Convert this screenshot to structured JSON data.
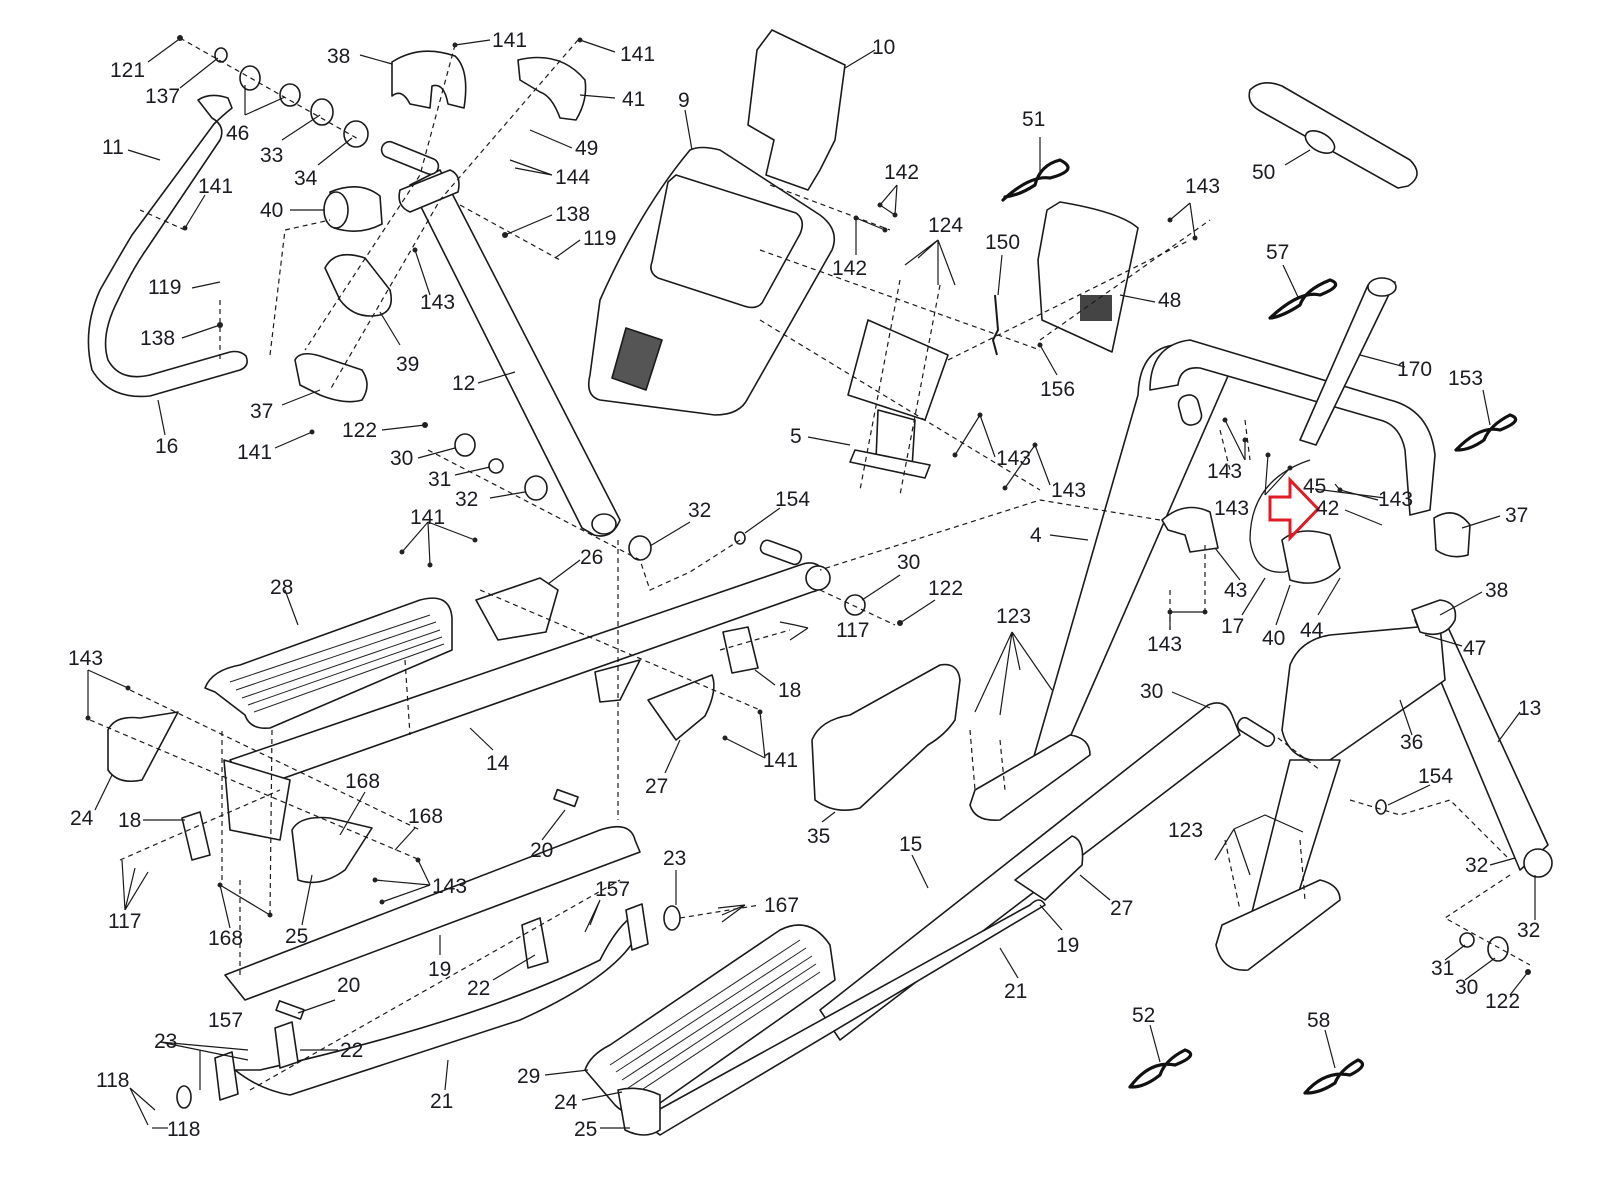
{
  "diagram": {
    "title": "Exploded parts diagram (elliptical trainer)",
    "highlight": {
      "icon": "red-outline-arrow",
      "points_to_part": "42",
      "color": "#e01b24"
    },
    "labels": [
      {
        "id": "l121",
        "text": "121"
      },
      {
        "id": "l137",
        "text": "137"
      },
      {
        "id": "l11",
        "text": "11"
      },
      {
        "id": "l46",
        "text": "46"
      },
      {
        "id": "l33",
        "text": "33"
      },
      {
        "id": "l34",
        "text": "34"
      },
      {
        "id": "l141a",
        "text": "141"
      },
      {
        "id": "l40a",
        "text": "40"
      },
      {
        "id": "l119a",
        "text": "119"
      },
      {
        "id": "l138a",
        "text": "138"
      },
      {
        "id": "l16",
        "text": "16"
      },
      {
        "id": "l37a",
        "text": "37"
      },
      {
        "id": "l141b",
        "text": "141"
      },
      {
        "id": "l39",
        "text": "39"
      },
      {
        "id": "l38a",
        "text": "38"
      },
      {
        "id": "l141c",
        "text": "141"
      },
      {
        "id": "l141d",
        "text": "141"
      },
      {
        "id": "l41",
        "text": "41"
      },
      {
        "id": "l49",
        "text": "49"
      },
      {
        "id": "l144",
        "text": "144"
      },
      {
        "id": "l138b",
        "text": "138"
      },
      {
        "id": "l119b",
        "text": "119"
      },
      {
        "id": "l143a",
        "text": "143"
      },
      {
        "id": "l12",
        "text": "12"
      },
      {
        "id": "l10",
        "text": "10"
      },
      {
        "id": "l9",
        "text": "9"
      },
      {
        "id": "l142a",
        "text": "142"
      },
      {
        "id": "l142b",
        "text": "142"
      },
      {
        "id": "l124",
        "text": "124"
      },
      {
        "id": "l150",
        "text": "150"
      },
      {
        "id": "l51",
        "text": "51"
      },
      {
        "id": "l48",
        "text": "48"
      },
      {
        "id": "l143b",
        "text": "143"
      },
      {
        "id": "l156",
        "text": "156"
      },
      {
        "id": "l5",
        "text": "5"
      },
      {
        "id": "l143c",
        "text": "143"
      },
      {
        "id": "l143d",
        "text": "143"
      },
      {
        "id": "l50",
        "text": "50"
      },
      {
        "id": "l57",
        "text": "57"
      },
      {
        "id": "l170",
        "text": "170"
      },
      {
        "id": "l153",
        "text": "153"
      },
      {
        "id": "l122a",
        "text": "122"
      },
      {
        "id": "l30a",
        "text": "30"
      },
      {
        "id": "l31a",
        "text": "31"
      },
      {
        "id": "l32a",
        "text": "32"
      },
      {
        "id": "l32b",
        "text": "32"
      },
      {
        "id": "l154a",
        "text": "154"
      },
      {
        "id": "l141e",
        "text": "141"
      },
      {
        "id": "l26",
        "text": "26"
      },
      {
        "id": "l30b",
        "text": "30"
      },
      {
        "id": "l122b",
        "text": "122"
      },
      {
        "id": "l28",
        "text": "28"
      },
      {
        "id": "l117a",
        "text": "117"
      },
      {
        "id": "l18a",
        "text": "18"
      },
      {
        "id": "l14",
        "text": "14"
      },
      {
        "id": "l27a",
        "text": "27"
      },
      {
        "id": "l141f",
        "text": "141"
      },
      {
        "id": "l143e",
        "text": "143"
      },
      {
        "id": "l24a",
        "text": "24"
      },
      {
        "id": "l18b",
        "text": "18"
      },
      {
        "id": "l117b",
        "text": "117"
      },
      {
        "id": "l168a",
        "text": "168"
      },
      {
        "id": "l168b",
        "text": "168"
      },
      {
        "id": "l143f",
        "text": "143"
      },
      {
        "id": "l168c",
        "text": "168"
      },
      {
        "id": "l25a",
        "text": "25"
      },
      {
        "id": "l20a",
        "text": "20"
      },
      {
        "id": "l23a",
        "text": "23"
      },
      {
        "id": "l157a",
        "text": "157"
      },
      {
        "id": "l167",
        "text": "167"
      },
      {
        "id": "l19a",
        "text": "19"
      },
      {
        "id": "l22a",
        "text": "22"
      },
      {
        "id": "l20b",
        "text": "20"
      },
      {
        "id": "l157b",
        "text": "157"
      },
      {
        "id": "l22b",
        "text": "22"
      },
      {
        "id": "l23b",
        "text": "23"
      },
      {
        "id": "l118a",
        "text": "118"
      },
      {
        "id": "l118b",
        "text": "118"
      },
      {
        "id": "l21a",
        "text": "21"
      },
      {
        "id": "l29",
        "text": "29"
      },
      {
        "id": "l24b",
        "text": "24"
      },
      {
        "id": "l25b",
        "text": "25"
      },
      {
        "id": "l4",
        "text": "4"
      },
      {
        "id": "l123a",
        "text": "123"
      },
      {
        "id": "l35",
        "text": "35"
      },
      {
        "id": "l15",
        "text": "15"
      },
      {
        "id": "l27b",
        "text": "27"
      },
      {
        "id": "l19b",
        "text": "19"
      },
      {
        "id": "l21b",
        "text": "21"
      },
      {
        "id": "l30c",
        "text": "30"
      },
      {
        "id": "l143g",
        "text": "143"
      },
      {
        "id": "l143h",
        "text": "143"
      },
      {
        "id": "l45",
        "text": "45"
      },
      {
        "id": "l42",
        "text": "42"
      },
      {
        "id": "l143i",
        "text": "143"
      },
      {
        "id": "l37b",
        "text": "37"
      },
      {
        "id": "l43",
        "text": "43"
      },
      {
        "id": "l17",
        "text": "17"
      },
      {
        "id": "l40b",
        "text": "40"
      },
      {
        "id": "l44",
        "text": "44"
      },
      {
        "id": "l143j",
        "text": "143"
      },
      {
        "id": "l38b",
        "text": "38"
      },
      {
        "id": "l47",
        "text": "47"
      },
      {
        "id": "l36",
        "text": "36"
      },
      {
        "id": "l13",
        "text": "13"
      },
      {
        "id": "l154b",
        "text": "154"
      },
      {
        "id": "l123b",
        "text": "123"
      },
      {
        "id": "l32c",
        "text": "32"
      },
      {
        "id": "l32d",
        "text": "32"
      },
      {
        "id": "l31b",
        "text": "31"
      },
      {
        "id": "l30d",
        "text": "30"
      },
      {
        "id": "l122c",
        "text": "122"
      },
      {
        "id": "l52",
        "text": "52"
      },
      {
        "id": "l58",
        "text": "58"
      }
    ]
  }
}
